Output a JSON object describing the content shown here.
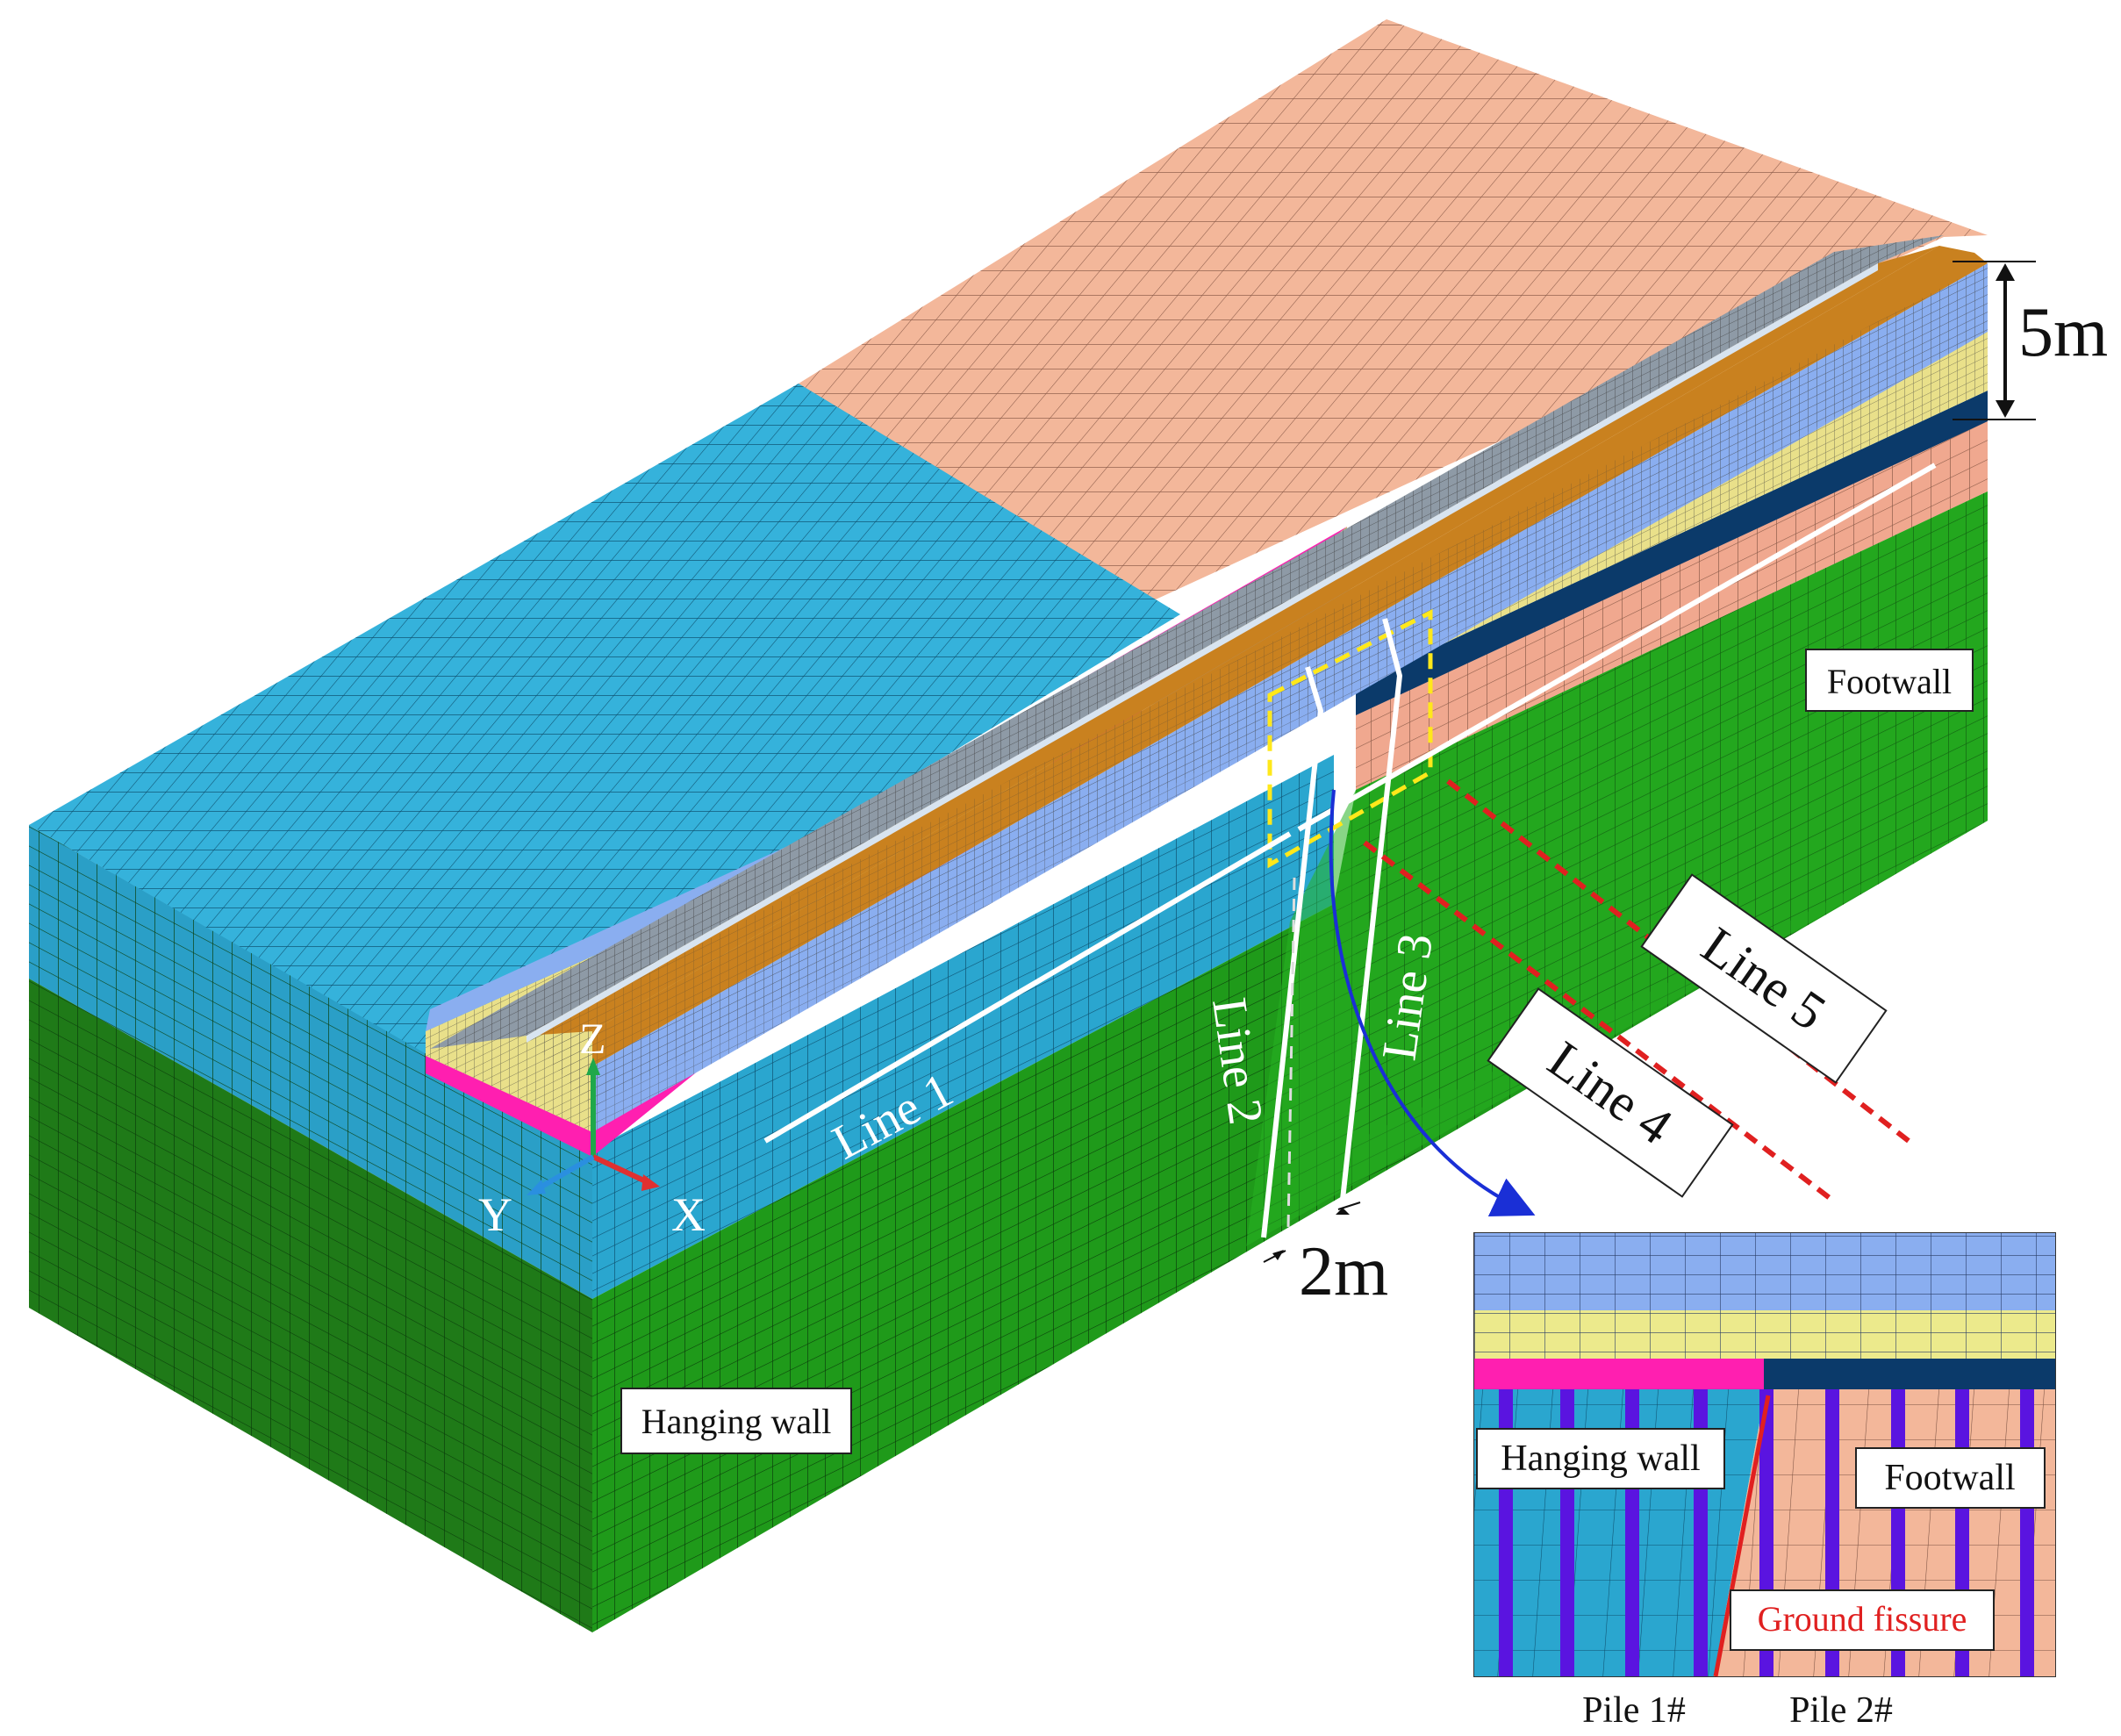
{
  "figure": {
    "labels": {
      "line1": "Line 1",
      "line2": "Line 2",
      "line3": "Line 3",
      "line4": "Line 4",
      "line5": "Line 5",
      "footwall": "Footwall",
      "hanging_wall": "Hanging wall",
      "dim_5m": "5m",
      "dim_2m": "2m",
      "axis_x": "X",
      "axis_y": "Y",
      "axis_z": "Z"
    },
    "inset": {
      "hanging_wall": "Hanging wall",
      "footwall": "Footwall",
      "ground_fissure": "Ground fissure",
      "pile1": "Pile 1#",
      "pile2": "Pile 2#"
    },
    "colors": {
      "hanging_wall_upper": "#2aa6cf",
      "hanging_wall_top": "#35b2db",
      "footwall_top": "#f3b79a",
      "footwall_side": "#f0a88f",
      "soil_green_front": "#1f8f1a",
      "soil_green_side": "#1fa81f",
      "embankment_orange": "#c9811f",
      "embankment_blue": "#8aaef0",
      "embankment_yellow": "#e9e08a",
      "cushion_magenta": "#ff1fb0",
      "cushion_navy": "#0b3a6a",
      "pile_purple": "#5a14e0",
      "fissure_red": "#e02020",
      "highlight_yellow": "#ffe81a",
      "arrow_blue": "#1a2fd6"
    }
  }
}
